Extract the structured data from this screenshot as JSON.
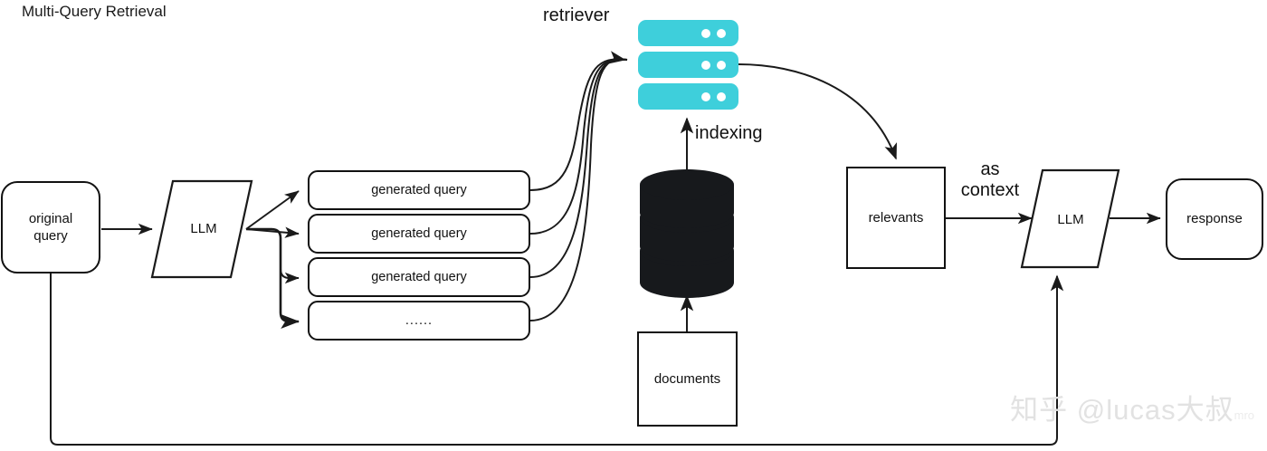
{
  "diagram": {
    "title": "Multi-Query Retrieval",
    "type": "flow-diagram"
  },
  "nodes": {
    "original_query": {
      "label": "original\nquery",
      "shape": "rounded-rect"
    },
    "llm_left": {
      "label": "LLM",
      "shape": "parallelogram"
    },
    "generated_queries": [
      {
        "label": "generated query"
      },
      {
        "label": "generated query"
      },
      {
        "label": "generated query"
      },
      {
        "label": "......"
      }
    ],
    "retriever": {
      "label": "retriever",
      "color": "#3ecfdb",
      "bars": [
        {
          "dots": 2
        },
        {
          "dots": 2
        },
        {
          "dots": 2
        }
      ]
    },
    "database": {
      "shape": "cylinder",
      "color": "#17191c",
      "segments": 3
    },
    "documents": {
      "label": "documents",
      "shape": "rect"
    },
    "relevants": {
      "label": "relevants",
      "shape": "rect"
    },
    "llm_right": {
      "label": "LLM",
      "shape": "parallelogram"
    },
    "response": {
      "label": "response",
      "shape": "rounded-rect"
    }
  },
  "edge_labels": {
    "indexing": "indexing",
    "as_context": "as\ncontext"
  },
  "watermark": {
    "text": "知乎 @lucas大叔",
    "sub": "mro"
  },
  "colors": {
    "accent_cyan": "#3ecfdb",
    "stroke": "#111111",
    "database_black": "#17191c",
    "background": "#ffffff"
  }
}
